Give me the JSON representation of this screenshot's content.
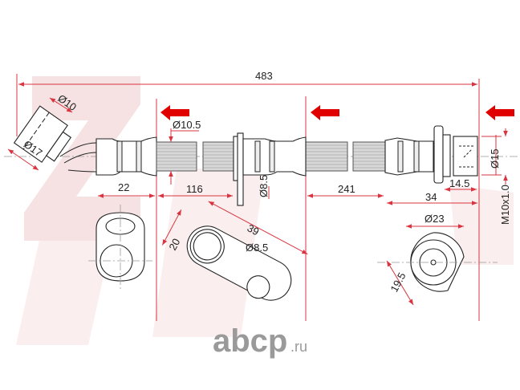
{
  "drawing": {
    "dimensions": {
      "overall_length": "483",
      "nut_inner_dia": "Ø10",
      "nut_outer_dia": "Ø17",
      "hose_dia": "Ø10.5",
      "left_fitting_length": "22",
      "first_segment": "116",
      "bracket_hole": "Ø8.5",
      "second_segment": "241",
      "thread_length": "14.5",
      "right_fitting_length": "34",
      "end_dia": "Ø15",
      "thread": "M10x1.0",
      "plate_length": "39",
      "plate_width": "20",
      "plate_hole": "Ø8.5",
      "flange_dia": "Ø23",
      "flange_flat": "19.5"
    },
    "colors": {
      "dimension": "#d9343f",
      "arrow": "#e00000",
      "line": "#222222"
    }
  },
  "watermark": {
    "text": "ZAREC"
  },
  "logo": {
    "name": "abcp",
    "suffix": ".ru"
  }
}
